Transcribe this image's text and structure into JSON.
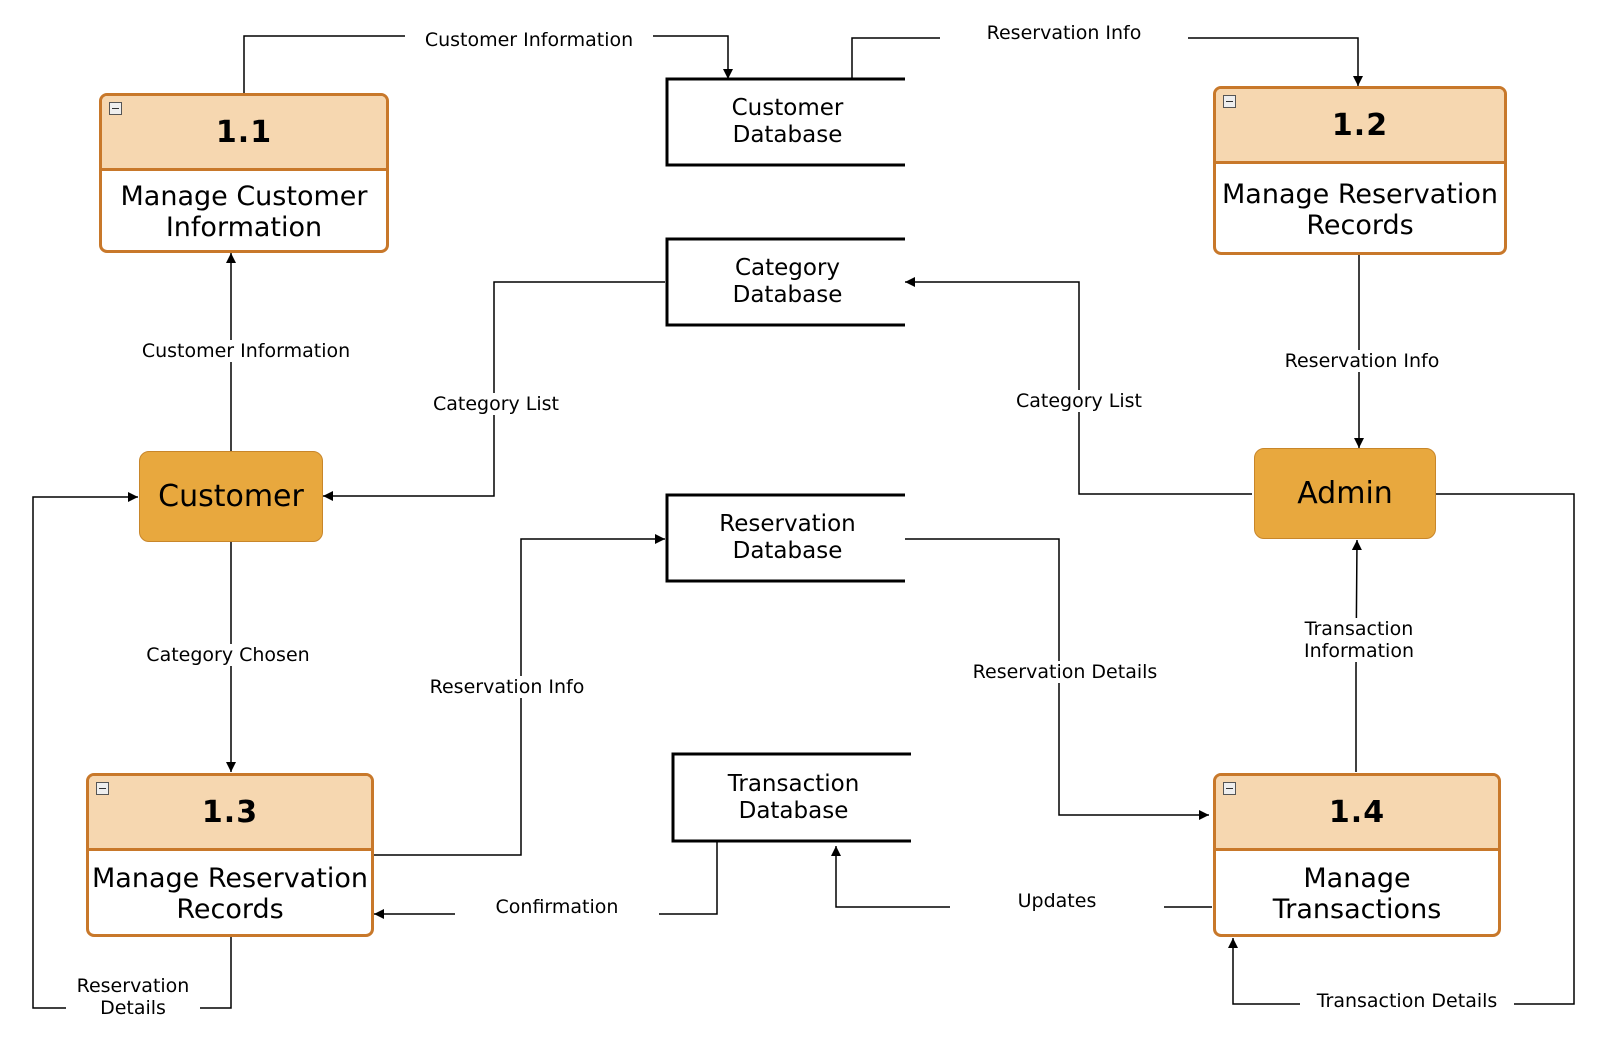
{
  "processes": [
    {
      "id": "1.1",
      "title": "Manage Customer\n Information"
    },
    {
      "id": "1.2",
      "title": "Manage Reservation\n Records"
    },
    {
      "id": "1.3",
      "title": "Manage Reservation\n Records"
    },
    {
      "id": "1.4",
      "title": "Manage\n Transactions"
    }
  ],
  "entities": {
    "customer": "Customer",
    "admin": "Admin"
  },
  "stores": {
    "customer_db": "Customer\nDatabase",
    "category_db": "Category\nDatabase",
    "reservation_db": "Reservation\nDatabase",
    "transaction_db": "Transaction\nDatabase"
  },
  "flows": {
    "customer_info_top": "Customer Information",
    "reservation_info_top": "Reservation Info",
    "customer_info_mid": "Customer Information",
    "category_list_left": "Category List",
    "reservation_info_right": "Reservation Info",
    "category_list_right": "Category List",
    "category_chosen": "Category Chosen",
    "reservation_info_mid": "Reservation Info",
    "reservation_details": "Reservation Details",
    "transaction_information": "Transaction\nInformation",
    "confirmation": "Confirmation",
    "updates": "Updates",
    "reservation_details_bottom": "Reservation\nDetails",
    "transaction_details": "Transaction Details"
  },
  "colors": {
    "process_border": "#c8782a",
    "process_header": "#f6d7b0",
    "entity_fill": "#e8a83e",
    "line": "#000000"
  }
}
